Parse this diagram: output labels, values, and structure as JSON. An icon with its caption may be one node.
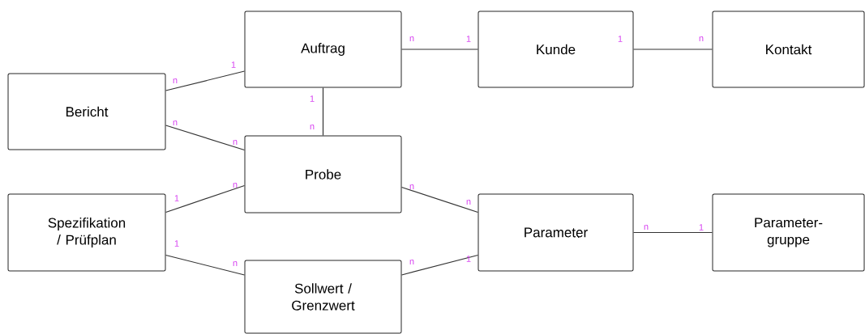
{
  "diagram": {
    "nodes": [
      {
        "text": [
          "Auftrag"
        ]
      },
      {
        "text": [
          "Kunde"
        ]
      },
      {
        "text": [
          "Kontakt"
        ]
      },
      {
        "text": [
          "Bericht"
        ]
      },
      {
        "text": [
          "Probe"
        ]
      },
      {
        "text": [
          "Spezifikation / Prüfplan"
        ]
      },
      {
        "text": [
          "Parameter"
        ]
      },
      {
        "text": [
          "Parameter- gruppe"
        ]
      },
      {
        "text": [
          "Sollwert / Grenzwert"
        ]
      }
    ],
    "edges": [
      {
        "from": 3,
        "to": 0,
        "arrow": "none"
      },
      {
        "from": 0,
        "to": 1,
        "arrow": "none"
      },
      {
        "from": 1,
        "to": 2,
        "arrow": "none"
      },
      {
        "from": 0,
        "to": 4,
        "arrow": "none"
      },
      {
        "from": 3,
        "to": 4,
        "arrow": "none"
      },
      {
        "from": 5,
        "to": 4,
        "arrow": "none"
      },
      {
        "from": 4,
        "to": 6,
        "arrow": "none"
      },
      {
        "from": 6,
        "to": 7,
        "arrow": "none"
      },
      {
        "from": 5,
        "to": 8,
        "arrow": "none"
      },
      {
        "from": 8,
        "to": 6,
        "arrow": "none"
      }
    ],
    "labels": [
      "n",
      "1",
      "1",
      "n",
      "1",
      "n",
      "1",
      "n",
      "n",
      "n",
      "n",
      "n",
      "1",
      "n",
      "n",
      "1",
      "1",
      "1",
      "n",
      "n"
    ]
  }
}
